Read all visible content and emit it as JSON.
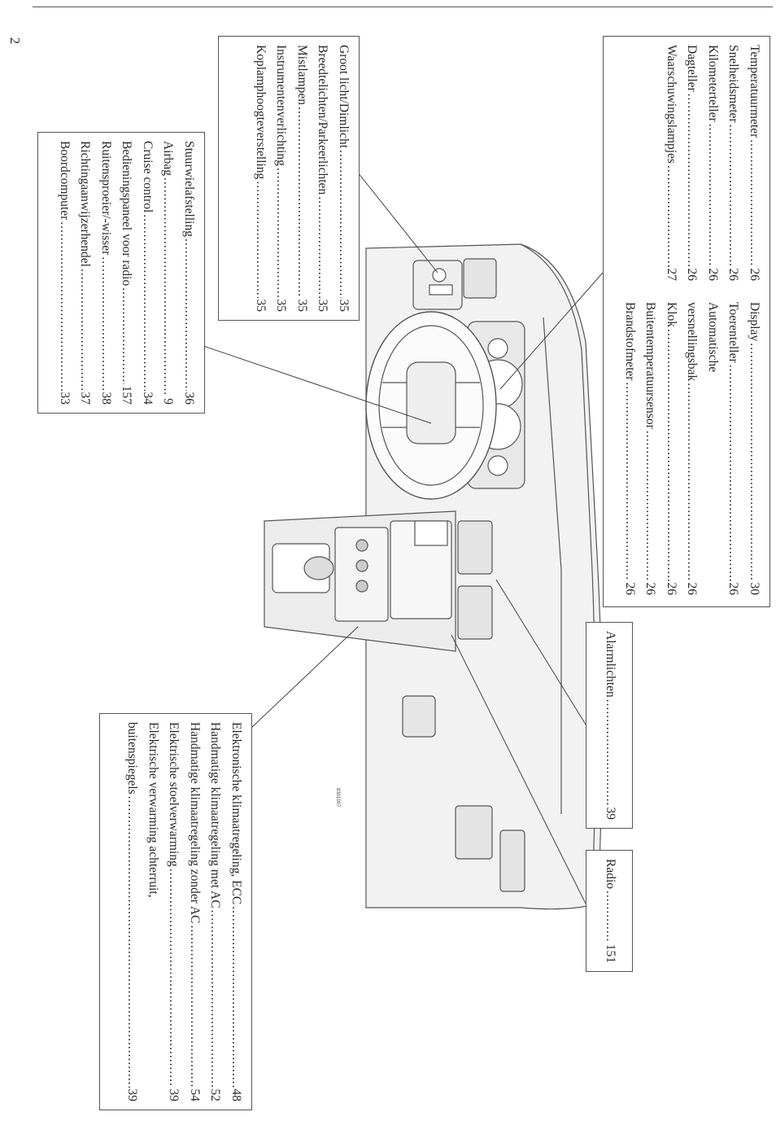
{
  "page_number": "2",
  "figure_code": "8301007",
  "boxes": {
    "gauges": {
      "col1": [
        {
          "label": "Temperatuurmeter",
          "page": "26"
        },
        {
          "label": "Snelheidsmeter",
          "page": "26"
        },
        {
          "label": "Kilometerteller",
          "page": "26"
        },
        {
          "label": "Dagteller",
          "page": "26"
        },
        {
          "label": "Waarschuwingslampjes",
          "page": "27"
        }
      ],
      "col2": [
        {
          "label": "Display",
          "page": "30"
        },
        {
          "label": "Toerenteller",
          "page": "26"
        },
        {
          "label": "Automatische",
          "page": ""
        },
        {
          "label": "versnellingsbak",
          "page": "26"
        },
        {
          "label": "Klok",
          "page": "26"
        },
        {
          "label": "Buitentemperatuursensor",
          "page": "26"
        },
        {
          "label": "Brandstofmeter",
          "page": "26"
        }
      ]
    },
    "lights": [
      {
        "label": "Groot licht/Dimlicht",
        "page": "35"
      },
      {
        "label": "Breedtelichten/Parkeerlichten",
        "page": "35"
      },
      {
        "label": "Mistlampen",
        "page": "35"
      },
      {
        "label": "Instrumentenverlichting",
        "page": "35"
      },
      {
        "label": "Koplamphoogteverstelling",
        "page": "35"
      }
    ],
    "steering": [
      {
        "label": "Stuurwielafstelling",
        "page": "36"
      },
      {
        "label": "Airbag",
        "page": "9"
      },
      {
        "label": "Cruise control",
        "page": "34"
      },
      {
        "label": "Bedieningspaneel voor radio",
        "page": "157"
      },
      {
        "label": "Ruitensproeier/-wisser",
        "page": "38"
      },
      {
        "label": "Richtingaanwijzerhendel",
        "page": "37"
      },
      {
        "label": "Boordcomputer",
        "page": "33"
      }
    ],
    "hazard": [
      {
        "label": "Alarmlichten",
        "page": "39"
      }
    ],
    "radio": [
      {
        "label": "Radio",
        "page": "151"
      }
    ],
    "climate": [
      {
        "label": "Elektronische klimaatregeling, ECC",
        "page": "48"
      },
      {
        "label": "Handmatige klimaatregeling met AC",
        "page": "52"
      },
      {
        "label": "Handmatige klimaatregeling zonder AC",
        "page": "54"
      },
      {
        "label": "Elektrische stoelverwarming",
        "page": "39"
      },
      {
        "label": "Elektrische verwarming achterruit,",
        "page": ""
      },
      {
        "label": "buitenspiegels",
        "page": "39"
      }
    ]
  }
}
